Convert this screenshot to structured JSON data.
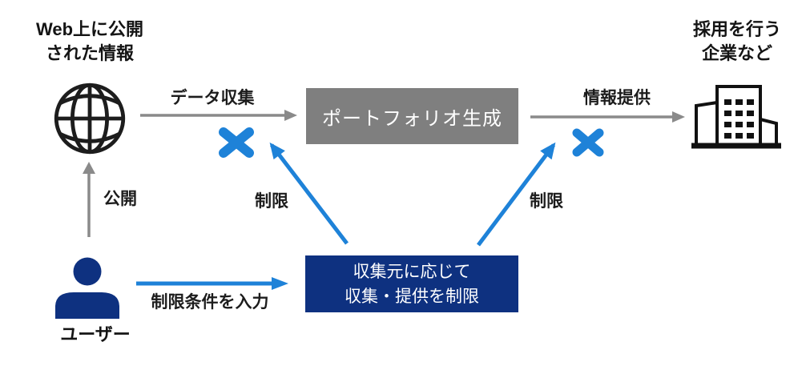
{
  "nodes": {
    "web_info": {
      "line1": "Web上に公開",
      "line2": "された情報"
    },
    "portfolio": {
      "label": "ポートフォリオ生成"
    },
    "company": {
      "line1": "採用を行う",
      "line2": "企業など"
    },
    "user": {
      "label": "ユーザー"
    },
    "restriction": {
      "line1": "収集元に応じて",
      "line2": "収集・提供を制限"
    }
  },
  "edges": {
    "data_collection": {
      "label": "データ収集"
    },
    "info_provision": {
      "label": "情報提供"
    },
    "publish": {
      "label": "公開"
    },
    "restrict_left": {
      "label": "制限"
    },
    "restrict_right": {
      "label": "制限"
    },
    "input_conditions": {
      "label": "制限条件を入力"
    }
  },
  "icons": {
    "globe": "globe-icon",
    "building": "building-icon",
    "person": "person-icon",
    "cross_left": "cross-icon",
    "cross_right": "cross-icon"
  },
  "colors": {
    "accent_blue": "#1E82D8",
    "navy": "#0E3180",
    "box_gray": "#7F7F7F",
    "arrow_gray": "#8A8A8A",
    "text": "#111111",
    "background": "#FFFFFF"
  }
}
